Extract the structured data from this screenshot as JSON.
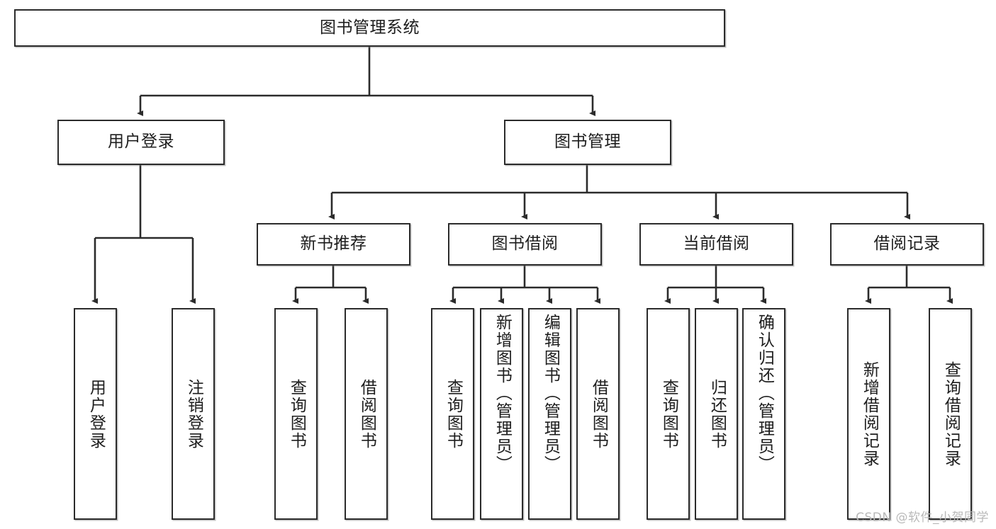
{
  "diagram": {
    "title": "图书管理系统",
    "type": "tree-hierarchy-diagram",
    "watermark": "CSDN @软件_小贺同学",
    "colors": {
      "node_border": "#2b2b2b",
      "node_fill": "#ffffff",
      "edge": "#2b2b2b",
      "text": "#1d1d1d",
      "watermark": "#b9b9b9",
      "background": "#ffffff"
    },
    "nodes": {
      "root": {
        "label": "图书管理系统"
      },
      "level2": [
        {
          "id": "user-login",
          "label": "用户登录"
        },
        {
          "id": "book-management",
          "label": "图书管理"
        }
      ],
      "level3": [
        {
          "id": "new-book-recommend",
          "label": "新书推荐"
        },
        {
          "id": "book-borrow",
          "label": "图书借阅"
        },
        {
          "id": "current-borrow",
          "label": "当前借阅"
        },
        {
          "id": "borrow-record",
          "label": "借阅记录"
        }
      ],
      "leaves": {
        "user-login": [
          {
            "id": "leaf-user-login",
            "label": "用户登录"
          },
          {
            "id": "leaf-logout-login",
            "label": "注销登录"
          }
        ],
        "new-book-recommend": [
          {
            "id": "leaf-query-book-1",
            "label": "查询图书"
          },
          {
            "id": "leaf-borrow-book-1",
            "label": "借阅图书"
          }
        ],
        "book-borrow": [
          {
            "id": "leaf-query-book-2",
            "label": "查询图书"
          },
          {
            "id": "leaf-add-book",
            "label": "新增图书（管理员）"
          },
          {
            "id": "leaf-edit-book",
            "label": "编辑图书（管理员）"
          },
          {
            "id": "leaf-borrow-book-2",
            "label": "借阅图书"
          }
        ],
        "current-borrow": [
          {
            "id": "leaf-query-book-3",
            "label": "查询图书"
          },
          {
            "id": "leaf-return-book",
            "label": "归还图书"
          },
          {
            "id": "leaf-confirm-return",
            "label": "确认归还（管理员）"
          }
        ],
        "borrow-record": [
          {
            "id": "leaf-add-record",
            "label": "新增借阅记录"
          },
          {
            "id": "leaf-query-record",
            "label": "查询借阅记录"
          }
        ]
      }
    }
  }
}
